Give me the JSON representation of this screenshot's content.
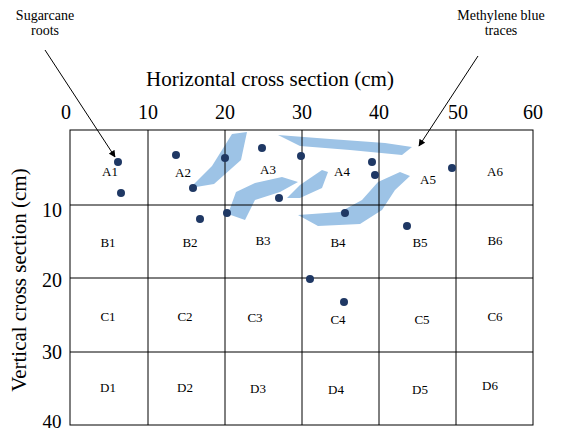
{
  "diagram": {
    "labels": [
      "Horizontal cross section (cm)",
      "Vertical cross section (cm)",
      "Sugarcane roots",
      "Methylene blue traces",
      "0",
      "10",
      "20",
      "30",
      "40",
      "50",
      "60",
      "10",
      "20",
      "30",
      "40",
      "A1",
      "A2",
      "A3",
      "A4",
      "A5",
      "A6",
      "B1",
      "B2",
      "B3",
      "B4",
      "B5",
      "B6",
      "C1",
      "C2",
      "C3",
      "C4",
      "C5",
      "C6",
      "D1",
      "D2",
      "D3",
      "D4",
      "D5",
      "D6"
    ]
  }
}
